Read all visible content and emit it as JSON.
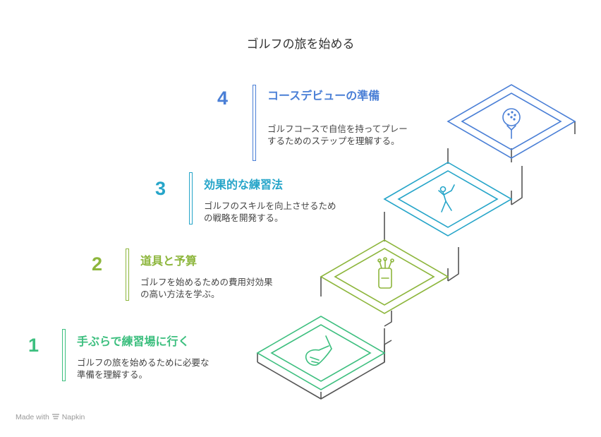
{
  "title": "ゴルフの旅を始める",
  "colors": {
    "step1": "#3dbf7f",
    "step2": "#8db63c",
    "step3": "#26a5c9",
    "step4": "#4a7fd6",
    "outline": "#555555"
  },
  "steps": [
    {
      "number": "1",
      "heading": "手ぶらで練習場に行く",
      "desc_line1": "ゴルフの旅を始めるために必要な",
      "desc_line2": "準備を理解する。",
      "icon": "golf-club-icon"
    },
    {
      "number": "2",
      "heading": "道具と予算",
      "desc_line1": "ゴルフを始めるための費用対効果",
      "desc_line2": "の高い方法を学ぶ。",
      "icon": "golf-bag-icon"
    },
    {
      "number": "3",
      "heading": "効果的な練習法",
      "desc_line1": "ゴルフのスキルを向上させるため",
      "desc_line2": "の戦略を開発する。",
      "icon": "golfer-swing-icon"
    },
    {
      "number": "4",
      "heading": "コースデビューの準備",
      "desc_line1": "ゴルフコースで自信を持ってプレー",
      "desc_line2": "するためのステップを理解する。",
      "icon": "golf-ball-tee-icon"
    }
  ],
  "footer": {
    "made_with": "Made with",
    "brand": "Napkin"
  }
}
